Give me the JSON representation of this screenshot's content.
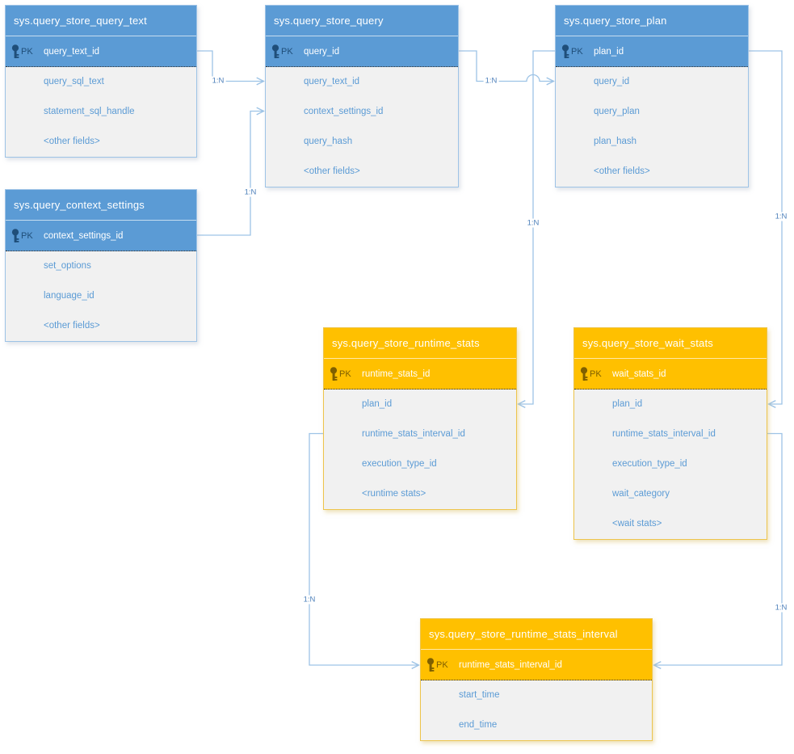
{
  "diagram": {
    "kind": "entity-relationship-diagram",
    "subject": "SQL Server Query Store catalog views"
  },
  "colors": {
    "catalog_view_header": "#5b9bd5",
    "stats_view_header": "#ffc000",
    "entity_body": "#f1f1f1",
    "field_text": "#5b9bd5",
    "pk_icon_blue": "#1f4e79",
    "pk_icon_orange": "#7f6000",
    "connector_line": "#9dc3e6",
    "connector_label_text": "#4e81bb"
  },
  "entities": [
    {
      "title": "sys.query_store_query_text",
      "theme": "blue",
      "pk_label": "PK",
      "pk_field": "query_text_id",
      "fields": [
        "query_sql_text",
        "statement_sql_handle",
        "<other fields>"
      ]
    },
    {
      "title": "sys.query_store_query",
      "theme": "blue",
      "pk_label": "PK",
      "pk_field": "query_id",
      "fields": [
        "query_text_id",
        "context_settings_id",
        "query_hash",
        "<other fields>"
      ]
    },
    {
      "title": "sys.query_store_plan",
      "theme": "blue",
      "pk_label": "PK",
      "pk_field": "plan_id",
      "fields": [
        "query_id",
        "query_plan",
        "plan_hash",
        "<other fields>"
      ]
    },
    {
      "title": "sys.query_context_settings",
      "theme": "blue",
      "pk_label": "PK",
      "pk_field": "context_settings_id",
      "fields": [
        "set_options",
        "language_id",
        "<other fields>"
      ]
    },
    {
      "title": "sys.query_store_runtime_stats",
      "theme": "orange",
      "pk_label": "PK",
      "pk_field": "runtime_stats_id",
      "fields": [
        "plan_id",
        "runtime_stats_interval_id",
        "execution_type_id",
        "<runtime stats>"
      ]
    },
    {
      "title": "sys.query_store_wait_stats",
      "theme": "orange",
      "pk_label": "PK",
      "pk_field": "wait_stats_id",
      "fields": [
        "plan_id",
        "runtime_stats_interval_id",
        "execution_type_id",
        "wait_category",
        "<wait stats>"
      ]
    },
    {
      "title": "sys.query_store_runtime_stats_interval",
      "theme": "orange",
      "pk_label": "PK",
      "pk_field": "runtime_stats_interval_id",
      "fields": [
        "start_time",
        "end_time"
      ]
    }
  ],
  "connectors": [
    {
      "label": "1:N",
      "from": "sys.query_store_query_text.query_text_id",
      "to": "sys.query_store_query.query_text_id"
    },
    {
      "label": "1:N",
      "from": "sys.query_context_settings.context_settings_id",
      "to": "sys.query_store_query.context_settings_id"
    },
    {
      "label": "1:N",
      "from": "sys.query_store_query.query_id",
      "to": "sys.query_store_plan.query_id"
    },
    {
      "label": "1:N",
      "from": "sys.query_store_plan.plan_id",
      "to": "sys.query_store_runtime_stats.plan_id"
    },
    {
      "label": "1:N",
      "from": "sys.query_store_plan.plan_id",
      "to": "sys.query_store_wait_stats.plan_id"
    },
    {
      "label": "1:N",
      "from": "sys.query_store_runtime_stats.runtime_stats_interval_id",
      "to": "sys.query_store_runtime_stats_interval.runtime_stats_interval_id"
    },
    {
      "label": "1:N",
      "from": "sys.query_store_wait_stats.runtime_stats_interval_id",
      "to": "sys.query_store_runtime_stats_interval.runtime_stats_interval_id"
    }
  ]
}
